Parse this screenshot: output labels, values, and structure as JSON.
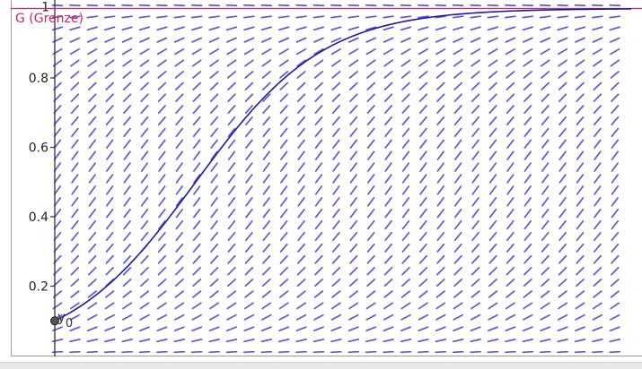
{
  "chart_data": {
    "type": "line",
    "title": "",
    "xlabel": "",
    "ylabel": "",
    "ylim": [
      0,
      1
    ],
    "y_ticks": [
      {
        "value": 0.2,
        "label": "0.2"
      },
      {
        "value": 0.4,
        "label": "0.4"
      },
      {
        "value": 0.6,
        "label": "0.6"
      },
      {
        "value": 0.8,
        "label": "0.8"
      },
      {
        "value": 1,
        "label": "1"
      }
    ],
    "grid": false,
    "series": [
      {
        "type": "logistic-solution",
        "y0": 0.1,
        "limit": 1,
        "growth_rate": 0.014,
        "color": "#1a1aa6"
      }
    ],
    "limit_line": {
      "value": 1,
      "label": "G (Grenze)",
      "color": "#d5245a"
    },
    "initial_point": {
      "label": "y_0",
      "label_base": "y",
      "label_sub": "0",
      "value": 0.1,
      "color": "#555555"
    },
    "slope_field": {
      "color": "#5a5ad8",
      "growth_rate": 0.014,
      "limit": 1
    }
  }
}
